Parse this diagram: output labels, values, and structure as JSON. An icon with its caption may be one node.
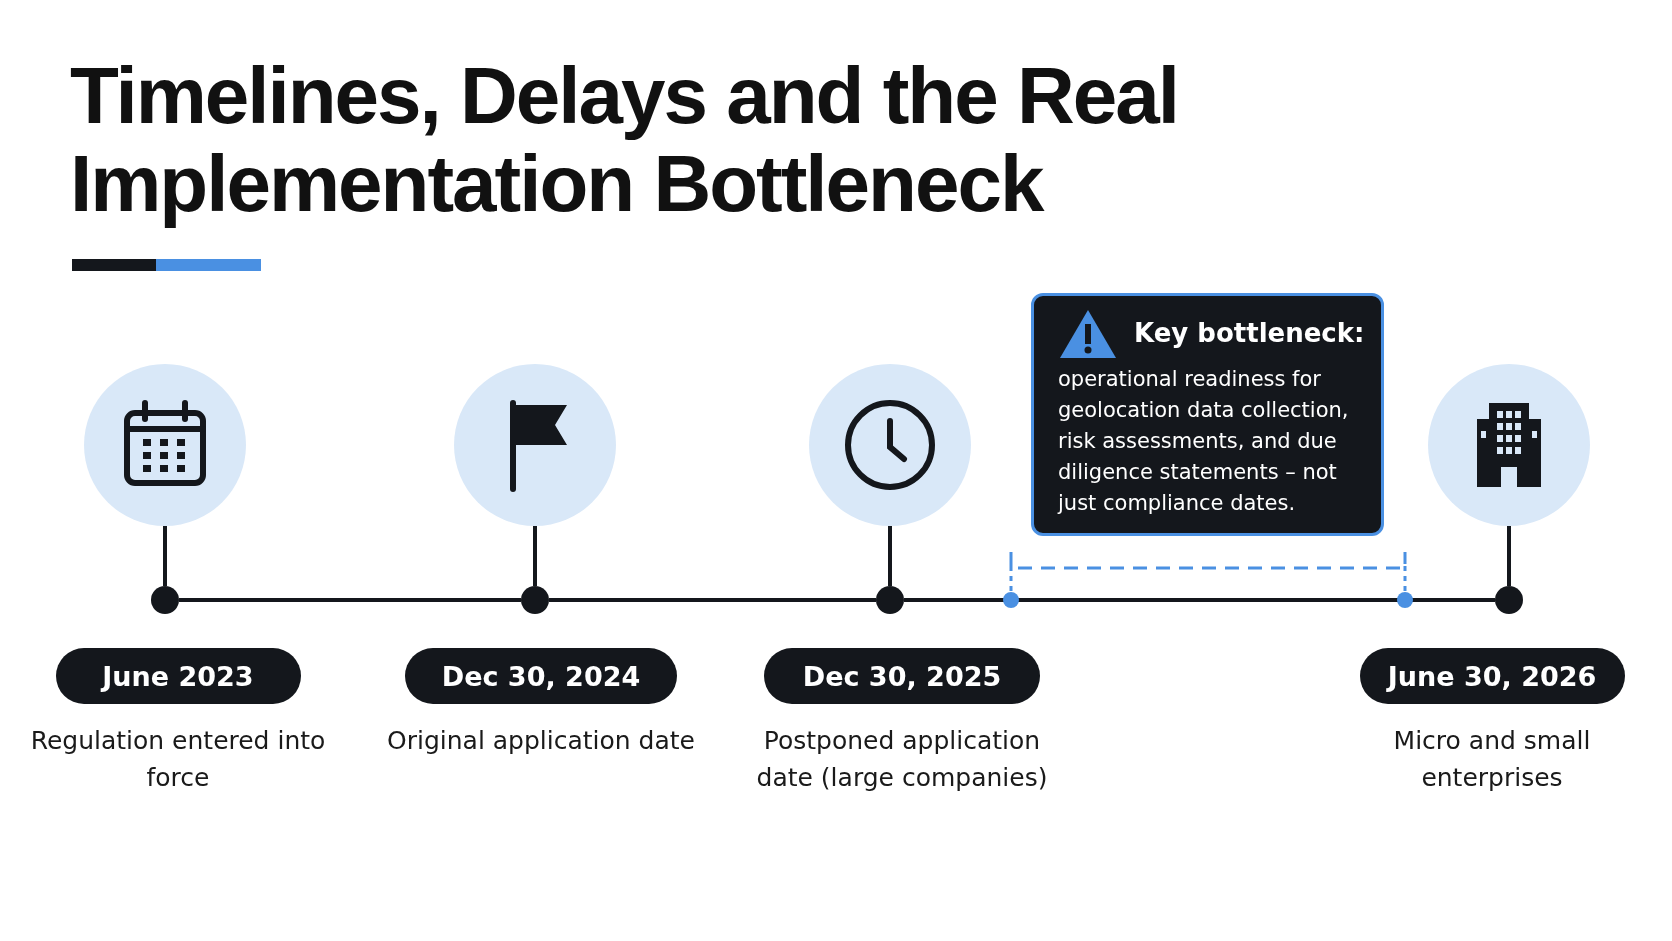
{
  "diagram": {
    "title": "Timelines, Delays and the Real Implementation Bottleneck",
    "nodes": [
      {
        "text": [
          "Key bottleneck:",
          "operational readiness for geolocation data collection, risk assessments, and due diligence statements – not just compliance dates."
        ]
      },
      {
        "text": [],
        "shape": "circle"
      },
      {
        "text": [],
        "shape": "circle"
      },
      {
        "text": [],
        "shape": "circle"
      },
      {
        "text": [],
        "shape": "circle"
      },
      {
        "text": [],
        "shape": "circle"
      },
      {
        "text": [],
        "shape": "circle"
      },
      {
        "text": [],
        "shape": "circle"
      },
      {
        "text": [],
        "shape": "circle"
      },
      {
        "text": [
          "June 2023"
        ],
        "beside": [
          "Regulation entered into force"
        ]
      },
      {
        "text": [
          "Dec 30, 2024"
        ],
        "beside": [
          "Original application date"
        ]
      },
      {
        "text": [
          "Dec 30, 2025"
        ],
        "beside": [
          "Postponed application date (large companies)"
        ]
      },
      {
        "text": [
          "June 30, 2026"
        ],
        "beside": [
          "Micro and small enterprises"
        ]
      }
    ],
    "edges": [
      {
        "from": 1,
        "to": 5,
        "arrow": "none"
      },
      {
        "from": 2,
        "to": 6,
        "arrow": "none"
      },
      {
        "from": 3,
        "to": 7,
        "arrow": "none"
      },
      {
        "from": 4,
        "to": 8,
        "arrow": "none"
      },
      {
        "from": 5,
        "to": 6,
        "arrow": "none"
      },
      {
        "from": 6,
        "to": 7,
        "arrow": "none"
      },
      {
        "from": 7,
        "to": 8,
        "arrow": "none"
      }
    ]
  }
}
